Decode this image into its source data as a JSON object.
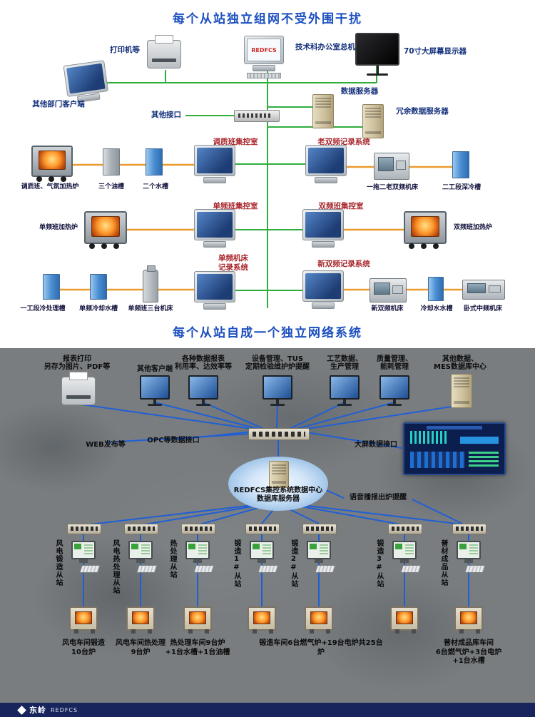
{
  "colors": {
    "title_blue": "#1c4fc0",
    "label_navy": "#15317d",
    "label_red": "#a8252b",
    "wire_green": "#2fae3e",
    "wire_orange": "#ec9a2e",
    "wire_blue": "#1f5fd6"
  },
  "top": {
    "title": "每个从站独立组网不受外围干扰",
    "footer_title": "每个从站自成一个独立网络系统",
    "labels": {
      "printer": "打印机等",
      "redfcs_screen": "REDFCS",
      "office_host": "技术科办公室总机",
      "big_display": "70寸大屏幕显示器",
      "other_dept_clients": "其他部门客户端",
      "other_interface": "其他接口",
      "data_server": "数据服务器",
      "redundant_server": "冗余数据服务器",
      "ctrl_room_tiaozhi": "调质班集控室",
      "old_dual_rec": "老双频记录系统",
      "furnace_tiaozhi": "调质班、气氛加热炉",
      "oil_tanks": "三个油槽",
      "water_tanks": "二个水槽",
      "old_dual_machine": "一拖二老双频机床",
      "deep_cold_tank": "二工段深冷槽",
      "ctrl_room_single": "单频班集控室",
      "ctrl_room_dual": "双频班集控室",
      "furnace_single": "单频班加热炉",
      "furnace_dual": "双频班加热炉",
      "single_rec_l1": "单频机床",
      "single_rec_l2": "记录系统",
      "new_dual_rec": "新双频记录系统",
      "cold_treat_tank": "一工段冷处理槽",
      "single_cool_tank": "单频冷却水槽",
      "single_machines": "单频班三台机床",
      "new_dual_machine": "新双频机床",
      "cool_water_tank": "冷却水水槽",
      "horiz_machine": "卧式中频机床"
    }
  },
  "bottom": {
    "labels": {
      "report_print_l1": "报表打印",
      "report_print_l2": "另存为图片、PDF等",
      "other_client": "其他客户端",
      "reports_l1": "各种数据报表",
      "reports_l2": "利用率、达效率等",
      "equipment_l1": "设备管理、TUS",
      "equipment_l2": "定期检验维护炉提醒",
      "process_l1": "工艺数据、",
      "process_l2": "生产管理",
      "quality_l1": "质量管理、",
      "quality_l2": "能耗管理",
      "other_data_l1": "其他数据、",
      "other_data_l2": "MES数据库中心",
      "web_publish": "WEB发布等",
      "opc_interface": "OPC等数据接口",
      "screen_interface": "大屏数据接口",
      "center_l1": "REDFCS集控系统数据中心",
      "center_l2": "数据库服务器",
      "voice_notice": "语音播报出炉提醒"
    },
    "stations": [
      {
        "name": "风电锻造从站"
      },
      {
        "name": "风电热处理从站"
      },
      {
        "name": "热处理从站"
      },
      {
        "name": "锻造1#从站"
      },
      {
        "name": "锻造2#从站"
      },
      {
        "name": "锻造3#从站"
      },
      {
        "name": "普材成品从站"
      }
    ],
    "captions": [
      {
        "lines": [
          "风电车间锻造",
          "10台炉"
        ]
      },
      {
        "lines": [
          "风电车间热处理",
          "9台炉"
        ]
      },
      {
        "lines": [
          "热处理车间9台炉",
          "+1台水槽+1台油槽"
        ]
      },
      {
        "lines": [
          "锻造车间6台燃气炉+19台电炉共25台炉"
        ]
      },
      {
        "lines": [
          "普材成品库车间",
          "6台燃气炉+3台电炉",
          "+1台水槽"
        ]
      }
    ]
  },
  "footer": {
    "brand": "东岭",
    "brand_sub": "REDFCS"
  }
}
